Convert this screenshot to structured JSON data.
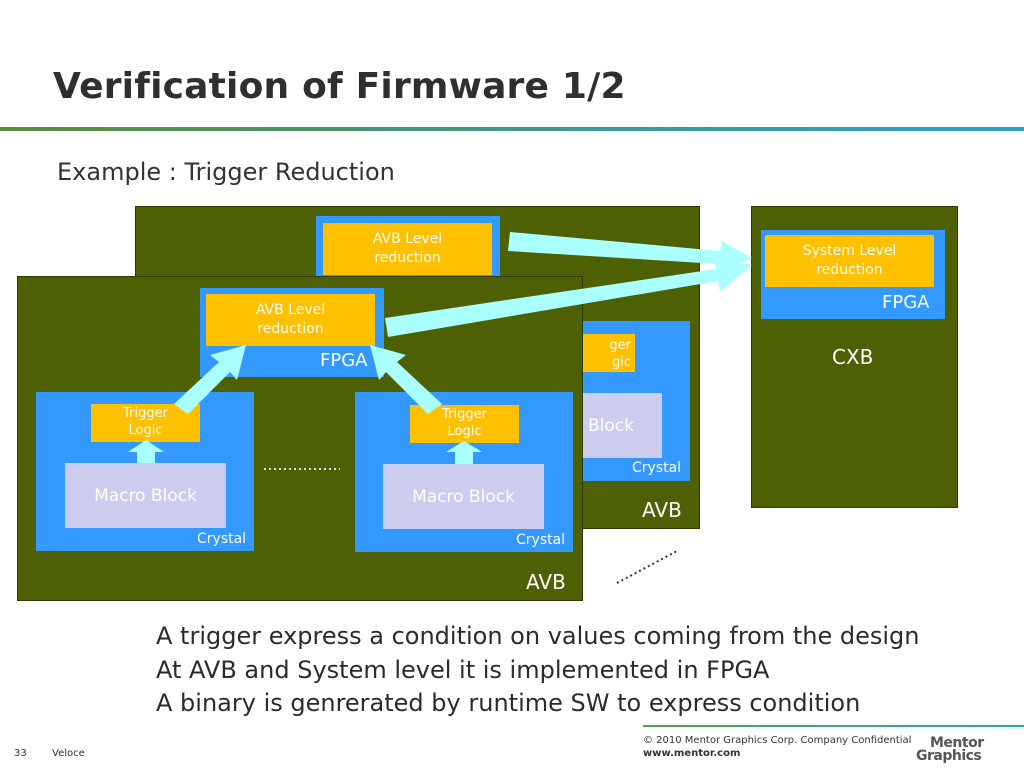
{
  "slide": {
    "title": "Verification of Firmware 1/2",
    "subtitle": "Example : Trigger Reduction"
  },
  "diagram": {
    "back_board": {
      "fpga_block": "AVB Level\nreduction",
      "board_label": "AVB",
      "crystal_label": "Crystal",
      "macro_block_partial": "Block",
      "trigger_partial_1": "ger",
      "trigger_partial_2": "gic"
    },
    "front_board": {
      "fpga_block": "AVB Level\nreduction",
      "fpga_label": "FPGA",
      "board_label": "AVB",
      "left_trigger": "Trigger\nLogic",
      "left_macro": "Macro Block",
      "left_crystal": "Crystal",
      "right_trigger": "Trigger\nLogic",
      "right_macro": "Macro Block",
      "right_crystal": "Crystal"
    },
    "cxb_board": {
      "fpga_block": "System Level\nreduction",
      "fpga_label": "FPGA",
      "board_label": "CXB"
    },
    "colors": {
      "board": "#4e6004",
      "fpga": "#3399ff",
      "reduction_block": "#ffc000",
      "macro_block": "#ccccee",
      "arrow": "#aaffff"
    }
  },
  "bullets": [
    "A trigger express a condition on values coming from the design",
    "At AVB and System level it is implemented in FPGA",
    "A binary is genrerated by runtime SW to express condition"
  ],
  "footer": {
    "page_number": "33",
    "product": "Veloce",
    "copyright": "© 2010 Mentor Graphics Corp. Company Confidential",
    "website": "www.mentor.com",
    "logo_line1": "Mentor",
    "logo_line2": "Graphics"
  }
}
